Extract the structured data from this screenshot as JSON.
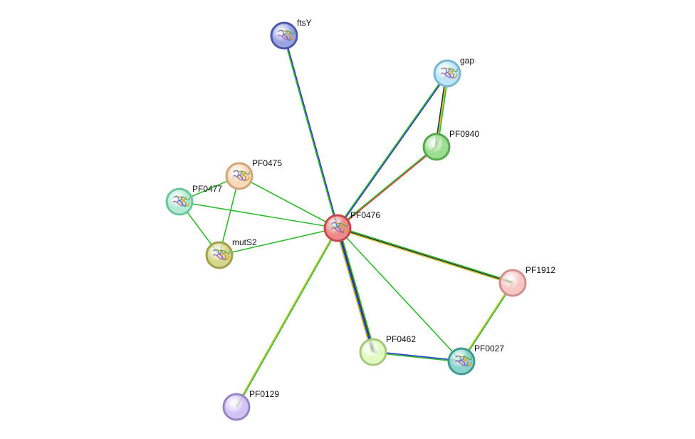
{
  "network": {
    "nodes": [
      {
        "id": "ftsY",
        "label": "ftsY",
        "fill": "#9aa4e0",
        "stroke": "#4e5aa8",
        "has_structure": true
      },
      {
        "id": "gap",
        "label": "gap",
        "fill": "#bfe6f7",
        "stroke": "#78b6d4",
        "has_structure": true
      },
      {
        "id": "PF0940",
        "label": "PF0940",
        "fill": "#99de8f",
        "stroke": "#58a84e",
        "has_structure": false
      },
      {
        "id": "PF0475",
        "label": "PF0475",
        "fill": "#f9d9b9",
        "stroke": "#d1a57a",
        "has_structure": true
      },
      {
        "id": "PF0477",
        "label": "PF0477",
        "fill": "#b3ecd2",
        "stroke": "#6cc59d",
        "has_structure": true
      },
      {
        "id": "mutS2",
        "label": "mutS2",
        "fill": "#d6d68c",
        "stroke": "#a0a04c",
        "has_structure": true
      },
      {
        "id": "PF0476",
        "label": "PF0476",
        "fill": "#f08a8a",
        "stroke": "#c84848",
        "has_structure": true
      },
      {
        "id": "PF1912",
        "label": "PF1912",
        "fill": "#f9c6c6",
        "stroke": "#d08e8e",
        "has_structure": false
      },
      {
        "id": "PF0462",
        "label": "PF0462",
        "fill": "#e2f9bf",
        "stroke": "#a6c77a",
        "has_structure": false
      },
      {
        "id": "PF0027",
        "label": "PF0027",
        "fill": "#8ad3cc",
        "stroke": "#3e9a92",
        "has_structure": true
      },
      {
        "id": "PF0129",
        "label": "PF0129",
        "fill": "#d2c2f5",
        "stroke": "#9684c6",
        "has_structure": false
      }
    ],
    "edges": [
      {
        "from": "PF0476",
        "to": "ftsY",
        "colors": [
          "#2dbb2d",
          "#2b3ad6"
        ]
      },
      {
        "from": "PF0476",
        "to": "gap",
        "colors": [
          "#2dbb2d",
          "#2b3ad6"
        ]
      },
      {
        "from": "gap",
        "to": "PF0940",
        "colors": [
          "#2dbb2d",
          "#c8c832",
          "#333333"
        ]
      },
      {
        "from": "PF0476",
        "to": "PF0940",
        "colors": [
          "#2dbb2d",
          "#d93a3a"
        ]
      },
      {
        "from": "PF0476",
        "to": "PF0475",
        "colors": [
          "#2dbb2d"
        ]
      },
      {
        "from": "PF0476",
        "to": "PF0477",
        "colors": [
          "#2dbb2d"
        ]
      },
      {
        "from": "PF0476",
        "to": "mutS2",
        "colors": [
          "#2dbb2d"
        ]
      },
      {
        "from": "PF0477",
        "to": "PF0475",
        "colors": [
          "#2dbb2d"
        ]
      },
      {
        "from": "PF0477",
        "to": "mutS2",
        "colors": [
          "#2dbb2d"
        ]
      },
      {
        "from": "PF0475",
        "to": "mutS2",
        "colors": [
          "#2dbb2d"
        ]
      },
      {
        "from": "PF0476",
        "to": "PF1912",
        "colors": [
          "#2dbb2d",
          "#333333",
          "#c8c832"
        ]
      },
      {
        "from": "PF0476",
        "to": "PF0462",
        "colors": [
          "#2dbb2d",
          "#333333",
          "#2b3ad6",
          "#c8c832"
        ]
      },
      {
        "from": "PF0476",
        "to": "PF0027",
        "colors": [
          "#2dbb2d"
        ]
      },
      {
        "from": "PF0476",
        "to": "PF0129",
        "colors": [
          "#2dbb2d",
          "#c8c832"
        ]
      },
      {
        "from": "PF0462",
        "to": "PF0027",
        "colors": [
          "#2b3ad6",
          "#2dbb2d"
        ]
      },
      {
        "from": "PF1912",
        "to": "PF0027",
        "colors": [
          "#2dbb2d",
          "#c8c832"
        ]
      }
    ]
  }
}
